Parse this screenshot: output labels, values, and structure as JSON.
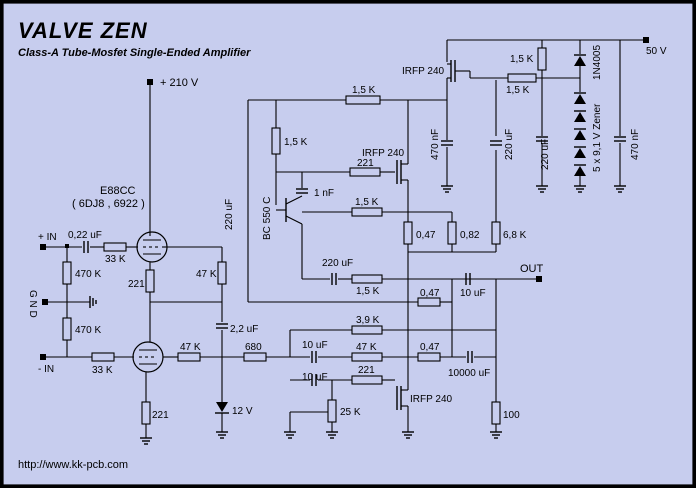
{
  "title": "VALVE  ZEN",
  "subtitle": "Class-A Tube-Mosfet Single-Ended Amplifier",
  "url": "http://www.kk-pcb.com",
  "colors": {
    "background": "#c7cdee",
    "wire": "#000000"
  },
  "supply": {
    "b_plus": "+ 210 V",
    "main": "50 V"
  },
  "inputs": {
    "plus_in": "+ IN",
    "gnd": "G N D",
    "minus_in": "- IN",
    "out": "OUT"
  },
  "tube": {
    "type": "E88CC",
    "equiv": "( 6DJ8 , 6922 )"
  },
  "labels": {
    "c_in": "0,22 uF",
    "r_grid_top": "33 K",
    "r_470k_top": "470 K",
    "r_470k_bot": "470 K",
    "r_grid_bot": "33 K",
    "r_cath_top": "221",
    "r_47k_plate": "47 K",
    "c_2u2": "2,2 uF",
    "r_cath_bot": "221",
    "zener_12": "12 V",
    "r_47k_mid": "47 K",
    "r_680": "680",
    "c_220u_bjt": "220 uF",
    "bjt": "BC 550 C",
    "r_1k5_top": "1,5 K",
    "r_1k5_v": "1,5 K",
    "c_1n": "1 nF",
    "mosfet_mid": "IRFP 240",
    "r_221_gate": "221",
    "r_1k5_mid": "1,5 K",
    "r_047_a": "0,47",
    "r_082": "0,82",
    "r_6k8": "6,8 K",
    "c_220u_fb": "220 uF",
    "r_1k5_fb": "1,5 K",
    "r_047_b": "0,47",
    "c_10u_out": "10 uF",
    "r_3k9": "3,9 K",
    "c_10u_a": "10 uF",
    "r_47k_low": "47 K",
    "r_047_c": "0,47",
    "c_10u_b": "10 uF",
    "r_221_low": "221",
    "c_10000u": "10000 uF",
    "mosfet_low": "IRFP 240",
    "pot_25k": "25 K",
    "r_100": "100",
    "mosfet_top": "IRFP 240",
    "r_1k5_sup_a": "1,5 K",
    "r_1k5_sup_b": "1,5 K",
    "c_470n_a": "470 nF",
    "c_220u_a": "220 uF",
    "c_220u_b": "220 uF",
    "diode": "1N4005",
    "zener_chain": "5 x 9,1 V Zener",
    "c_470n_b": "470 nF"
  },
  "icons": [
    "ground-icon",
    "capacitor-icon",
    "resistor-icon",
    "triode-icon",
    "mosfet-icon",
    "transistor-icon",
    "diode-icon",
    "zener-icon"
  ]
}
